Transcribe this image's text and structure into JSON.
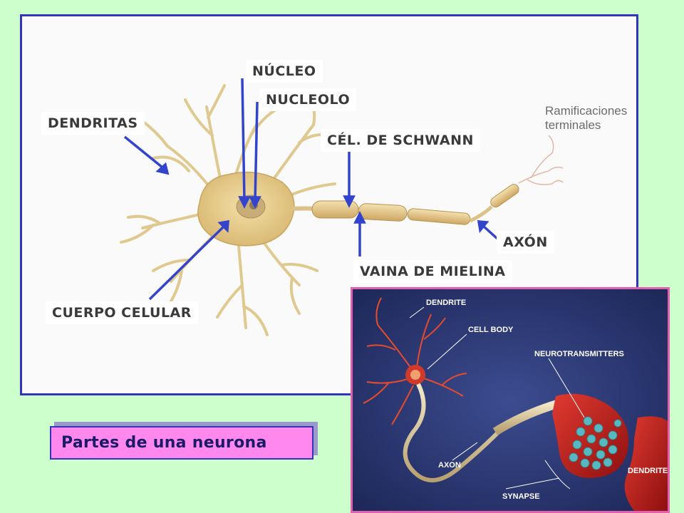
{
  "diagram": {
    "labels": {
      "nucleo": "NÚCLEO",
      "nucleolo": "NUCLEOLO",
      "dendritas": "DENDRITAS",
      "schwann": "CÉL. DE  SCHWANN",
      "axon": "AXÓN",
      "vaina": "VAINA DE MIELINA",
      "cuerpo": "CUERPO CELULAR"
    },
    "image_caption_line1": "Ramificaciones",
    "image_caption_line2": "terminales"
  },
  "inset": {
    "labels": {
      "dendrite_top": "DENDRITE",
      "cell_body": "CELL BODY",
      "neurotransmitters": "NEUROTRANSMITTERS",
      "axon": "AXON",
      "synapse": "SYNAPSE",
      "dendrite_bottom": "DENDRITE"
    }
  },
  "caption": {
    "title": "Partes de una neurona"
  },
  "colors": {
    "background": "#ccffcc",
    "frame_border": "#3333bb",
    "arrow": "#3344cc",
    "inset_border": "#e060b0",
    "caption_bg": "#ff88ee"
  }
}
